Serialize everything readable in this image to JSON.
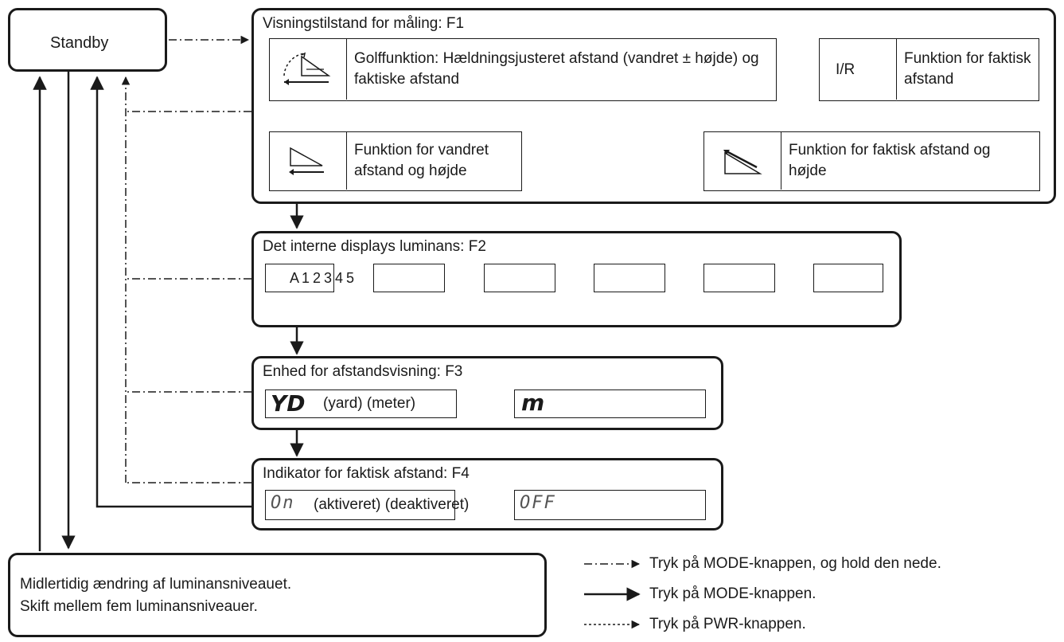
{
  "standby": "Standby",
  "f1": {
    "title": "Visningstilstand for måling: F1",
    "golf": "Golffunktion: Hældningsjusteret afstand (vandret ± højde) og faktiske afstand",
    "ir_symbol": "I/R",
    "actual": "Funktion for faktisk afstand",
    "horizontal": "Funktion for vandret afstand og højde",
    "actual_height": "Funktion for faktisk afstand og højde"
  },
  "f2": {
    "title": "Det interne displays luminans: F2",
    "levels": "A 1 2 3 4 5"
  },
  "f3": {
    "title": "Enhed for afstandsvisning: F3",
    "yd_symbol": "YD",
    "units": "(yard) (meter)",
    "m_symbol": "m"
  },
  "f4": {
    "title": "Indikator for faktisk afstand: F4",
    "on_symbol": "On",
    "states": "(aktiveret) (deaktiveret)",
    "off_symbol": "OFF"
  },
  "bottom": {
    "line1": "Midlertidig ændring af luminansniveauet.",
    "line2": "Skift mellem fem luminansniveauer."
  },
  "legend": {
    "hold": "Tryk på MODE-knappen, og hold den nede.",
    "press": "Tryk på MODE-knappen.",
    "pwr": "Tryk på PWR-knappen."
  }
}
